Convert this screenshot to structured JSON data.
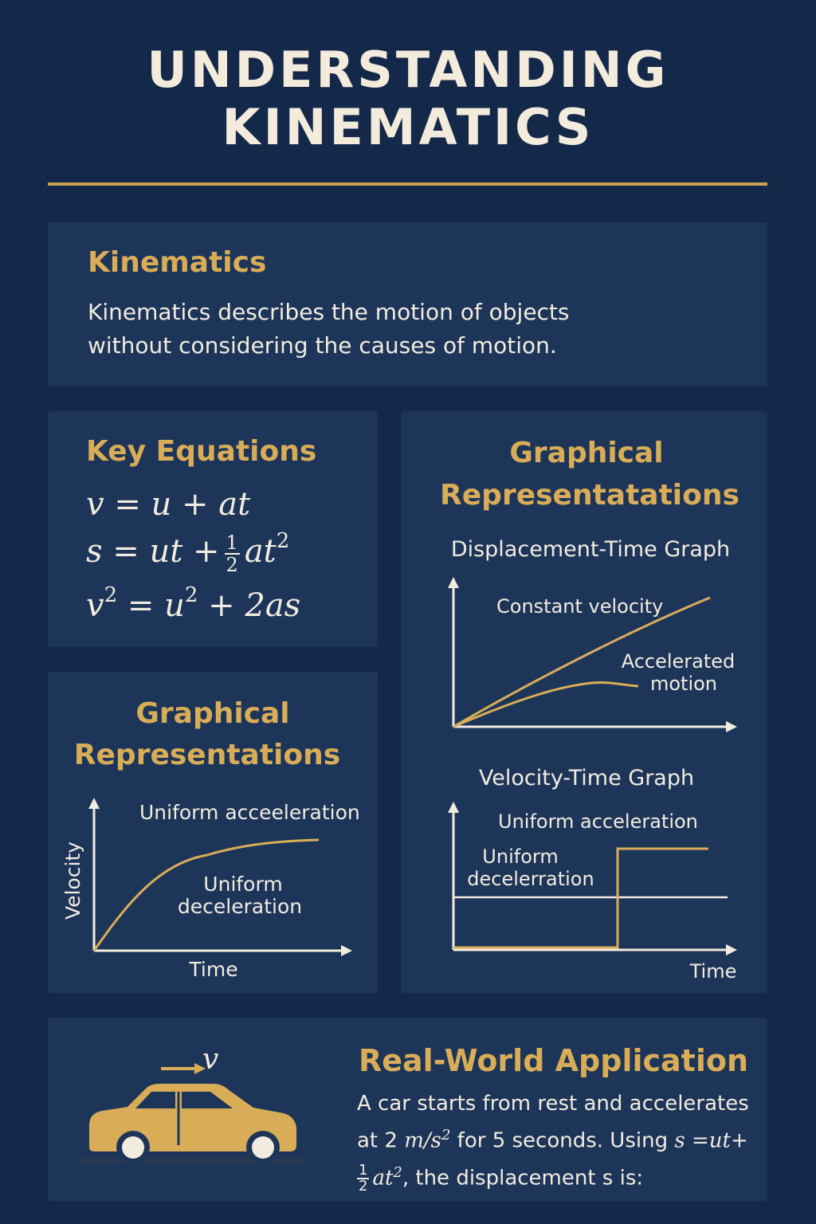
{
  "page": {
    "title_line1": "UNDERSTANDING",
    "title_line2": "KINEMATICS"
  },
  "kinematics": {
    "heading": "Kinematics",
    "text_line1": "Kinematics describes the motion of objects",
    "text_line2": "without considering the causes of motion."
  },
  "equations": {
    "heading": "Key Equations",
    "eq1": "v = u + at",
    "eq2_left": "s = ut +",
    "eq2_num": "1",
    "eq2_den": "2",
    "eq2_right": "at",
    "eq2_exp": "2",
    "eq3_a": "v",
    "eq3_a_exp": "2",
    "eq3_b": " = u",
    "eq3_b_exp": "2",
    "eq3_c": " + 2as"
  },
  "left_graph": {
    "heading_line1": "Graphical",
    "heading_line2": "Representations",
    "curve_label": "Uniform acceeleration",
    "label2_line1": "Uniform",
    "label2_line2": "deceleration",
    "xlabel": "Time",
    "ylabel": "Velocity"
  },
  "right_graphs": {
    "heading_line1": "Graphical",
    "heading_line2": "Representatations",
    "disp_title": "Displacement-Time Graph",
    "disp_label1": "Constant velocity",
    "disp_label2_line1": "Accelerated",
    "disp_label2_line2": "motion",
    "vel_title": "Velocity-Time Graph",
    "vel_label1": "Uniform acceleration",
    "vel_label2_line1": "Uniform",
    "vel_label2_line2": "decelerration",
    "vel_xlabel": "Time"
  },
  "application": {
    "heading": "Real-World Application",
    "line1": "A car starts from rest and accelerates",
    "line2_a": "at 2 ",
    "line2_unit": "m/s",
    "line2_unit_exp": "2",
    "line2_b": " for 5 seconds. Using ",
    "line2_eq": "s =ut+",
    "line3_num": "1",
    "line3_den": "2",
    "line3_eq": "at",
    "line3_exp": "2",
    "line3_b": ", the displacement s is:",
    "velocity_symbol": "v"
  },
  "colors": {
    "background": "#14284a",
    "card": "#1d3558",
    "accent": "#d9ad58",
    "text": "#f2ece0"
  }
}
